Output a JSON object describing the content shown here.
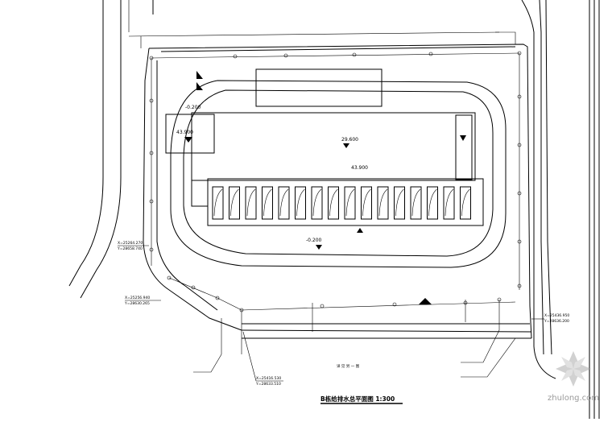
{
  "drawing": {
    "title": "B栋给排水总平面图 1:300",
    "wall_note": "详 见 另 一 图"
  },
  "elevations": {
    "left_top": "-0.200",
    "left_pad": "43.900",
    "roof_top": "29.600",
    "roof_main": "43.900",
    "yard_low": "-0.200"
  },
  "coordinates": {
    "left_upper_x": "X=25264.270",
    "left_upper_y": "Y=28658.740",
    "left_mid_x": "X=25256.940",
    "left_mid_y": "Y=28630.265",
    "bottom_x": "X=25416.530",
    "bottom_y": "Y=28633.510",
    "right_x": "X=25436.950",
    "right_y": "Y=28636.200"
  },
  "watermark": "zhulong.com",
  "car_bays": 16
}
